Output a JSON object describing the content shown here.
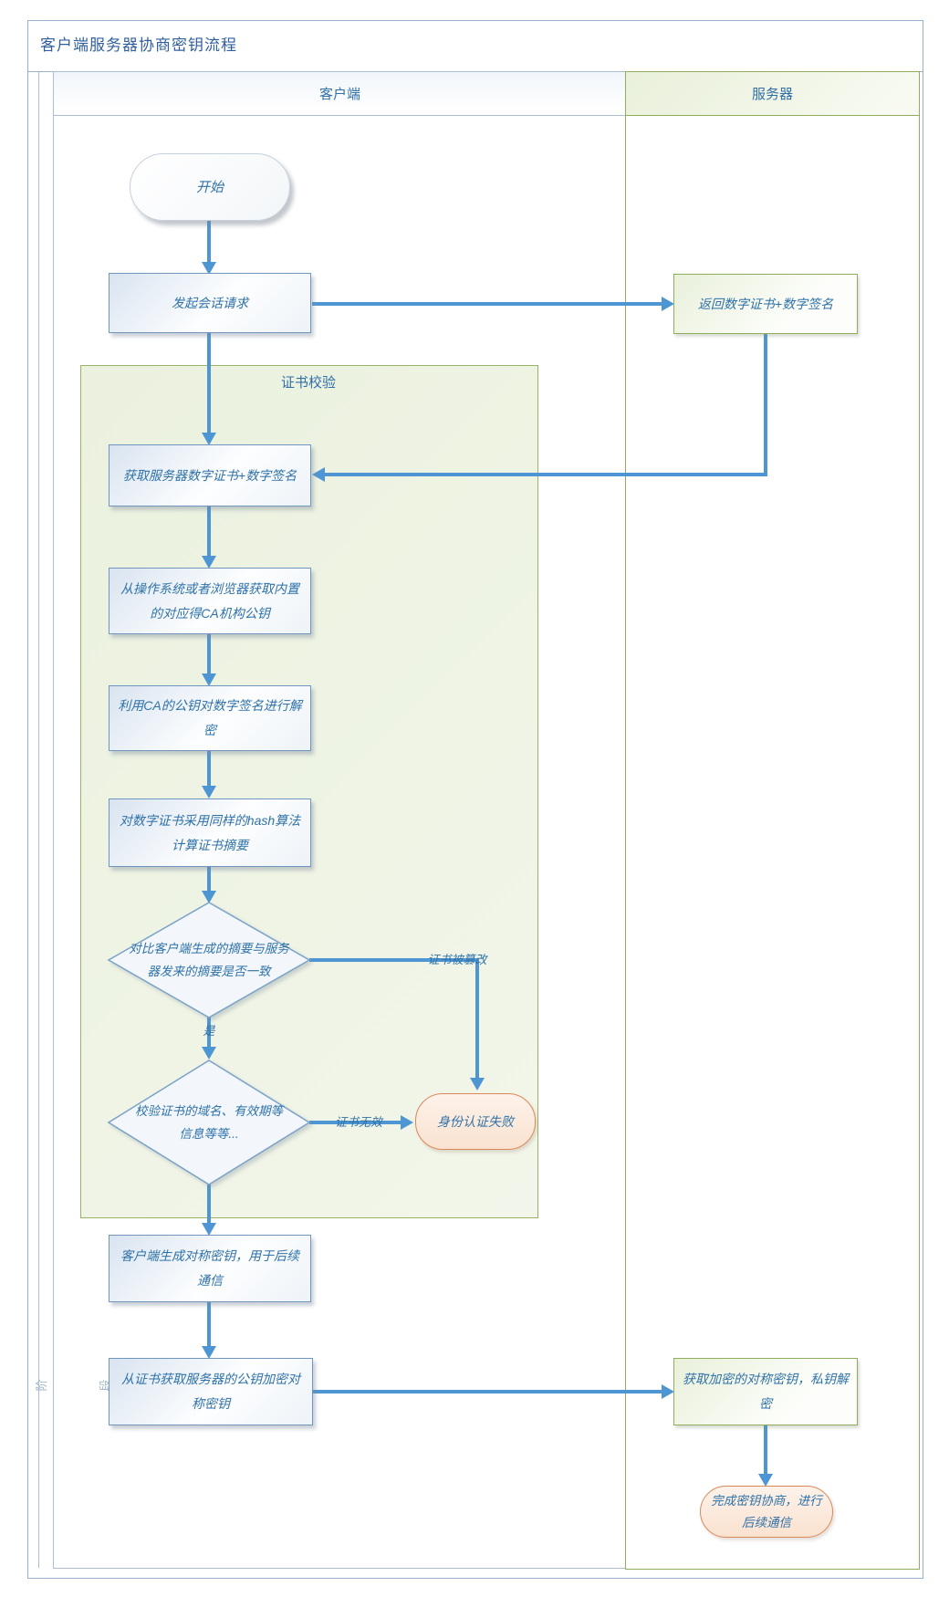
{
  "diagram": {
    "title": "客户端服务器协商密钥流程",
    "lanes": {
      "client": "客户端",
      "server": "服务器",
      "phase": "阶段"
    },
    "group": {
      "title": "证书校验"
    },
    "nodes": {
      "start": "开始",
      "c1": "发起会话请求",
      "s1": "返回数字证书+数字签名",
      "c2": "获取服务器数字证书+数字签名",
      "c3": "从操作系统或者浏览器获取内置的对应得CA机构公钥",
      "c4": "利用CA的公钥对数字签名进行解密",
      "c5": "对数字证书采用同样的hash算法计算证书摘要",
      "d1": "对比客户端生成的摘要与服务器发来的摘要是否一致",
      "d2": "校验证书的域名、有效期等信息等等...",
      "fail": "身份认证失败",
      "c6": "客户端生成对称密钥，用于后续通信",
      "c7": "从证书获取服务器的公钥加密对称密钥",
      "s2": "获取加密的对称密钥，私钥解密",
      "end": "完成密钥协商，进行后续通信"
    },
    "edge_labels": {
      "yes": "是",
      "tampered": "证书被篡改",
      "invalid": "证书无效"
    },
    "colors": {
      "arrow": "#4E96D3",
      "client_border": "#6E96BE",
      "server_border": "#8FAE5C",
      "fail_border": "#D9885A",
      "text": "#2F72A8"
    }
  }
}
